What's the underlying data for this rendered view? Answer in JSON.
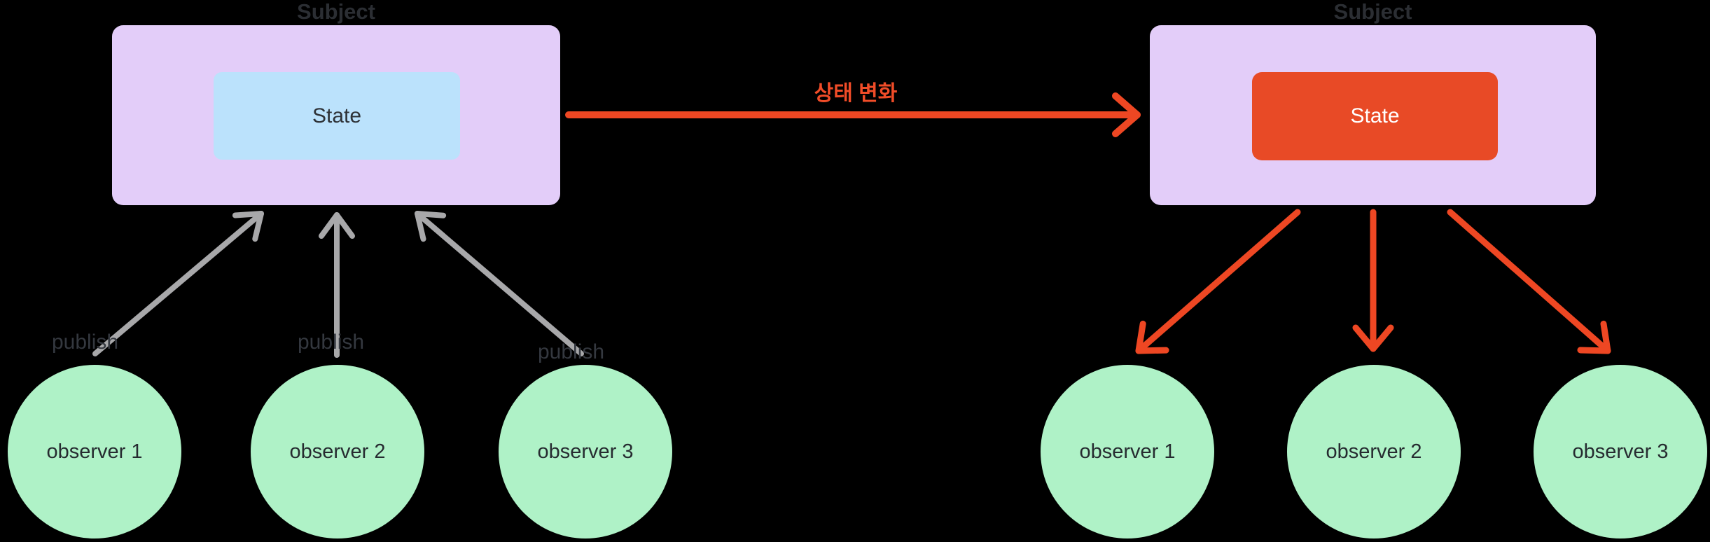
{
  "diagram": {
    "left_group": {
      "title": "Subject",
      "state_label": "State",
      "publish_labels": [
        "publish",
        "publish",
        "publish"
      ],
      "observers": [
        "observer 1",
        "observer 2",
        "observer 3"
      ]
    },
    "right_group": {
      "title": "Subject",
      "state_label": "State",
      "observers": [
        "observer 1",
        "observer 2",
        "observer 3"
      ]
    },
    "transition_label": "상태 변화"
  },
  "colors": {
    "background": "#000000",
    "subject_box_fill": "#E3CDF9",
    "state_box_left_fill": "#BBE2FC",
    "state_box_right_fill": "#E84A26",
    "observer_fill": "#AFF2C7",
    "publish_arrow": "#A8A8AA",
    "notify_arrow": "#EE4723",
    "transition_text": "#F04C28",
    "title_text": "#2B2E33",
    "publish_text": "#34383F",
    "node_text": "#262B30",
    "state_right_text": "#FFFFFF"
  }
}
